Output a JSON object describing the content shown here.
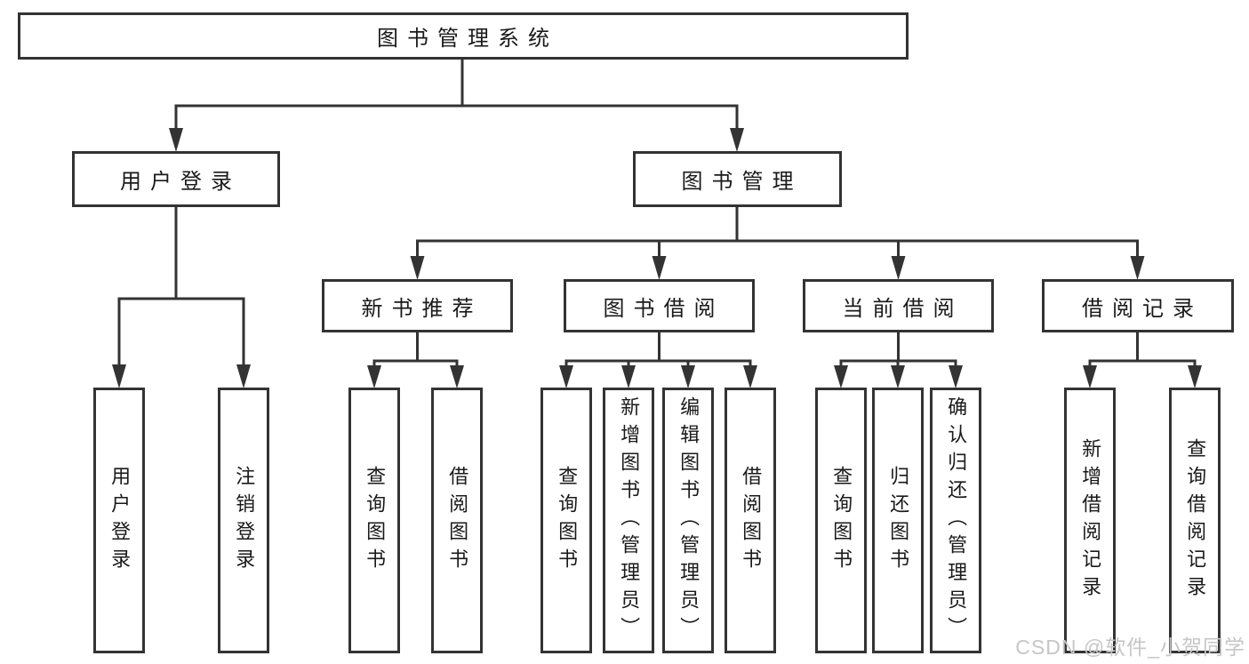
{
  "diagram": {
    "title_node": "图书管理系统",
    "colors": {
      "line": "#333333",
      "text": "#1a1a1a",
      "background": "#ffffff",
      "watermark": "#c6c6c6"
    },
    "nodes": {
      "root": {
        "label": "图书管理系统"
      },
      "level2": {
        "user_login": {
          "label": "用户登录"
        },
        "book_mgmt": {
          "label": "图书管理"
        }
      },
      "level3": {
        "new_book_rec": {
          "label": "新书推荐"
        },
        "book_borrow": {
          "label": "图书借阅"
        },
        "current_borrow": {
          "label": "当前借阅"
        },
        "borrow_records": {
          "label": "借阅记录"
        }
      },
      "leaves": {
        "login_user_login": {
          "label": "用户登录"
        },
        "login_logout": {
          "label": "注销登录"
        },
        "rec_query_books": {
          "label": "查询图书"
        },
        "rec_borrow_books": {
          "label": "借阅图书"
        },
        "bb_query_books": {
          "label": "查询图书"
        },
        "bb_add_books": {
          "label": "新增图书（管理员）"
        },
        "bb_edit_books": {
          "label": "编辑图书（管理员）"
        },
        "bb_borrow_books": {
          "label": "借阅图书"
        },
        "cb_query_books": {
          "label": "查询图书"
        },
        "cb_return_books": {
          "label": "归还图书"
        },
        "cb_confirm_return": {
          "label": "确认归还（管理员）"
        },
        "br_add_record": {
          "label": "新增借阅记录"
        },
        "br_query_record": {
          "label": "查询借阅记录"
        }
      }
    },
    "watermark": "CSDN @软件_小贺同学"
  }
}
